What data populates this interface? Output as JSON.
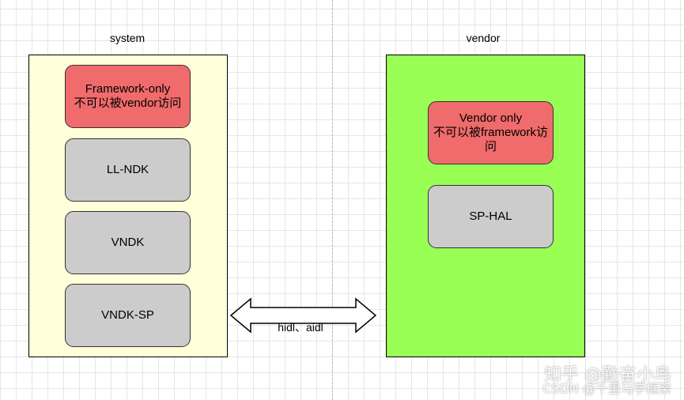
{
  "system": {
    "label": "system",
    "panel_color": "#ffffd9",
    "boxes": [
      {
        "text": "Framework-only\n不可以被vendor访问",
        "color": "#f06b6b"
      },
      {
        "text": "LL-NDK",
        "color": "#cccccc"
      },
      {
        "text": "VNDK",
        "color": "#cccccc"
      },
      {
        "text": "VNDK-SP",
        "color": "#cccccc"
      }
    ]
  },
  "vendor": {
    "label": "vendor",
    "panel_color": "#99ff55",
    "boxes": [
      {
        "text": "Vendor only\n不可以被framework访问",
        "color": "#f06b6b"
      },
      {
        "text": "SP-HAL",
        "color": "#cccccc"
      }
    ]
  },
  "link": {
    "label": "hidl、aidl"
  },
  "watermark": {
    "line1": "知乎 @勤奋小鸟",
    "line2": "CSDN @千里马学框架"
  }
}
